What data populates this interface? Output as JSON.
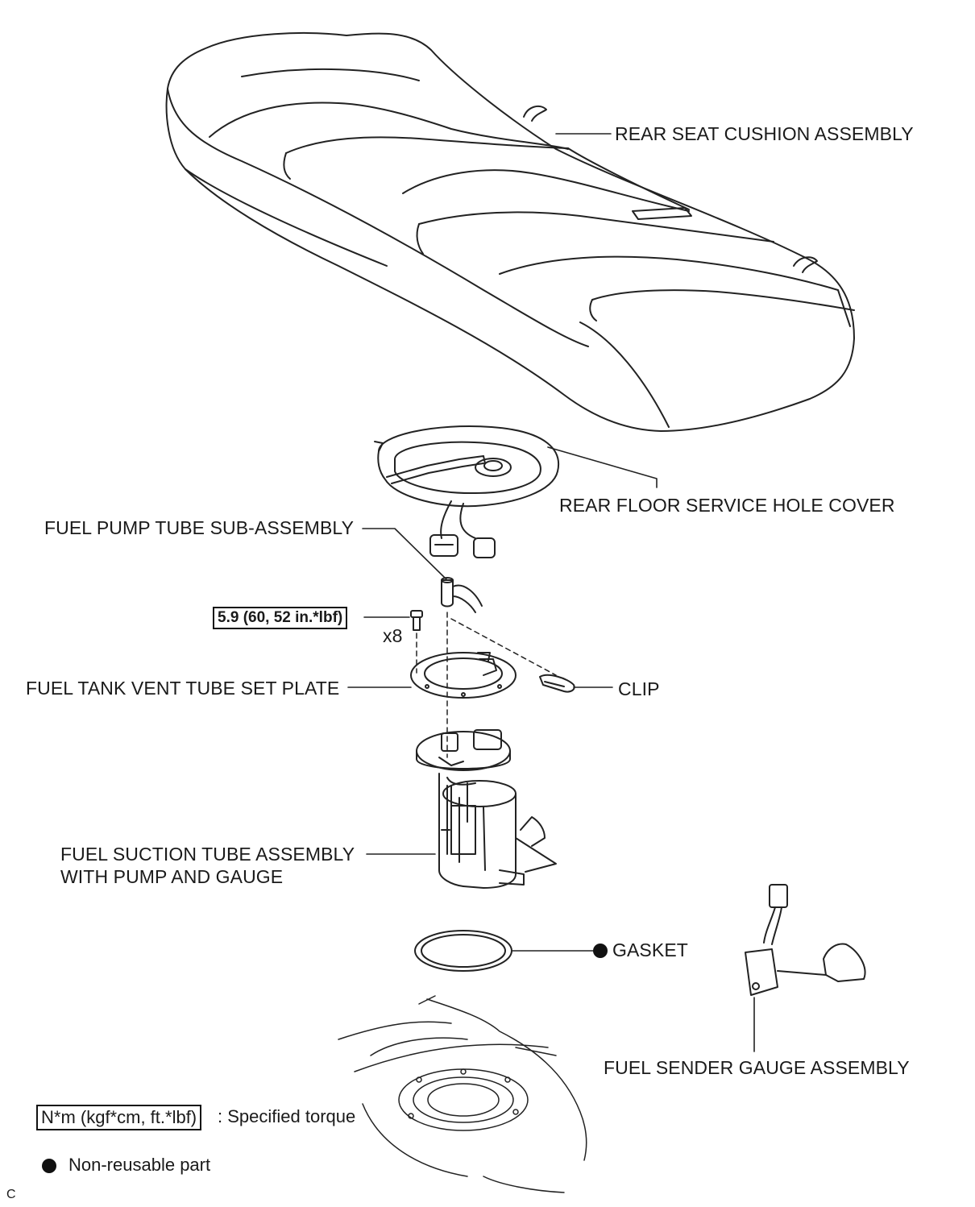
{
  "labels": {
    "rear_seat_cushion": "REAR SEAT CUSHION ASSEMBLY",
    "rear_floor_cover": "REAR FLOOR SERVICE HOLE COVER",
    "fuel_pump_tube": "FUEL PUMP TUBE SUB-ASSEMBLY",
    "torque_value": "5.9 (60, 52 in.*lbf)",
    "bolt_count": "x8",
    "vent_tube_plate": "FUEL TANK VENT TUBE SET PLATE",
    "clip": "CLIP",
    "suction_tube_line1": "FUEL SUCTION TUBE ASSEMBLY",
    "suction_tube_line2": "WITH PUMP AND GAUGE",
    "gasket": "GASKET",
    "sender_gauge": "FUEL SENDER GAUGE ASSEMBLY"
  },
  "legend": {
    "torque_unit": "N*m (kgf*cm, ft.*lbf)",
    "torque_desc": ": Specified torque",
    "nonreusable_desc": "Non-reusable part"
  },
  "corner_mark": "C"
}
